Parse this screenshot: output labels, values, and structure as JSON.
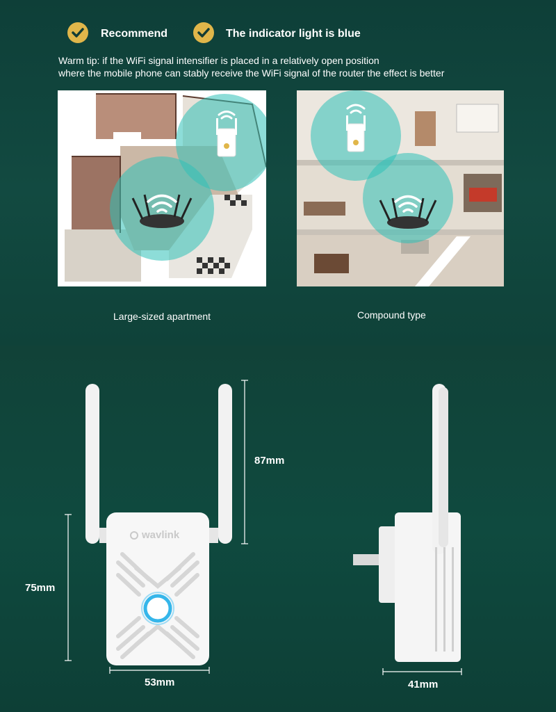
{
  "headline": {
    "recommend": "Recommend",
    "indicator": "The indicator light is blue"
  },
  "warm_tip": {
    "line1": "Warm tip: if the WiFi signal intensifier is placed in a relatively open position",
    "line2": "where the mobile phone can stably receive the WiFi signal of the router the effect is better"
  },
  "scenes": {
    "left_caption": "Large-sized apartment",
    "right_caption": "Compound type"
  },
  "device": {
    "brand": "wavlink",
    "antenna_height": "87mm",
    "body_height": "75mm",
    "width": "53mm",
    "depth": "41mm"
  },
  "colors": {
    "background": "#0f3d35",
    "check_badge": "#e0b64a",
    "signal_circle": "#2fc1b8",
    "indicator_light": "#35b6ea"
  },
  "icons": [
    "check-icon",
    "wifi-icon",
    "router-icon",
    "extender-icon"
  ]
}
